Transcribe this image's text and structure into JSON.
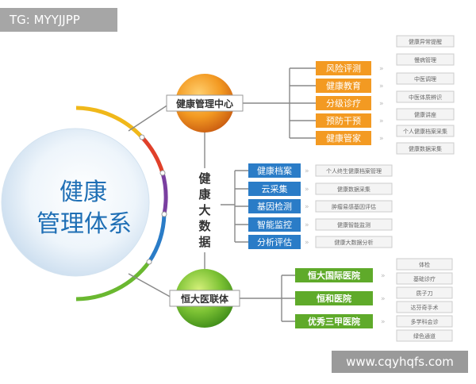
{
  "watermark_top": "TG: MYYJJPP",
  "watermark_bottom": "www.cqyhqfs.com",
  "center": {
    "line1": "健康",
    "line2": "管理体系"
  },
  "hub_top": "健康管理中心",
  "hub_bottom": "恒大医联体",
  "big_data": [
    "健",
    "康",
    "大",
    "数",
    "据"
  ],
  "top_branches": [
    {
      "label": "风险评测"
    },
    {
      "label": "健康教育"
    },
    {
      "label": "分级诊疗"
    },
    {
      "label": "预防干预"
    },
    {
      "label": "健康管家"
    }
  ],
  "top_details": [
    "健康异常提醒",
    "慢病管理",
    "中医调理",
    "中医体质辨识",
    "健康讲座",
    "个人健康档案采集",
    "健康数据采集"
  ],
  "middle_branches": [
    {
      "label": "健康档案",
      "detail": "个人终生健康档案管理"
    },
    {
      "label": "云采集",
      "detail": "健康数据采集"
    },
    {
      "label": "基因检测",
      "detail": "肿瘤易感基因评估"
    },
    {
      "label": "智能监控",
      "detail": "健康智能监测"
    },
    {
      "label": "分析评估",
      "detail": "健康大数据分析"
    }
  ],
  "bottom_branches": [
    {
      "label": "恒大国际医院"
    },
    {
      "label": "恒和医院"
    },
    {
      "label": "优秀三甲医院"
    }
  ],
  "bottom_details": [
    "体检",
    "基础诊疗",
    "质子刀",
    "达芬奇手术",
    "多学科会诊",
    "绿色通道"
  ],
  "colors": {
    "orange": "#f39a22",
    "orange_dark": "#e0781a",
    "blue": "#2a7cc7",
    "green": "#5faa2a",
    "green_dark": "#3f8a1a",
    "circle_text": "#1f6fb5"
  }
}
